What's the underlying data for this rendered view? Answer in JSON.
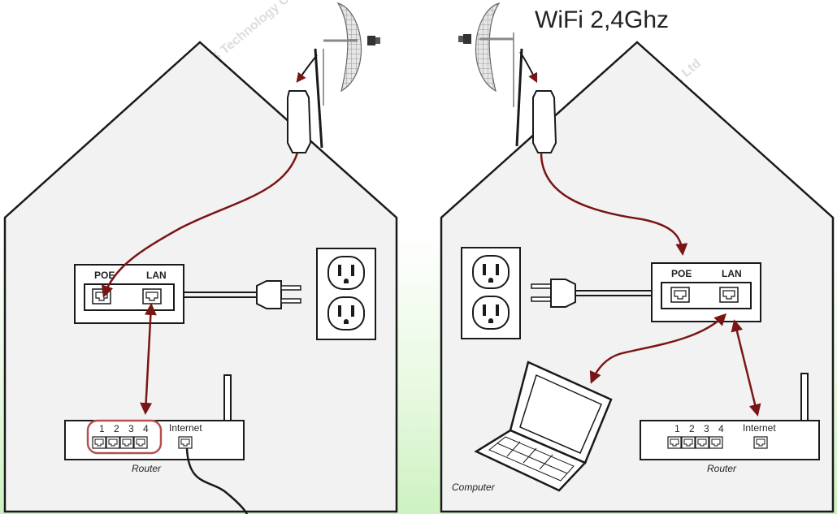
{
  "title": "WiFi 2,4Ghz",
  "watermark": "XJS Technology Co., Ltd",
  "left_house": {
    "poe_injector": {
      "poe_label": "POE",
      "lan_label": "LAN"
    },
    "router": {
      "label": "Router",
      "ports": [
        "1",
        "2",
        "3",
        "4"
      ],
      "internet_label": "Internet"
    }
  },
  "right_house": {
    "poe_injector": {
      "poe_label": "POE",
      "lan_label": "LAN"
    },
    "router": {
      "label": "Router",
      "ports": [
        "1",
        "2",
        "3",
        "4"
      ],
      "internet_label": "Internet"
    },
    "computer_label": "Computer"
  },
  "colors": {
    "cable": "#7a1515",
    "port_highlight": "#b45050",
    "outline": "#1a1a1a",
    "house_fill": "#f2f2f2",
    "background_bottom": "#cdf2c1"
  }
}
